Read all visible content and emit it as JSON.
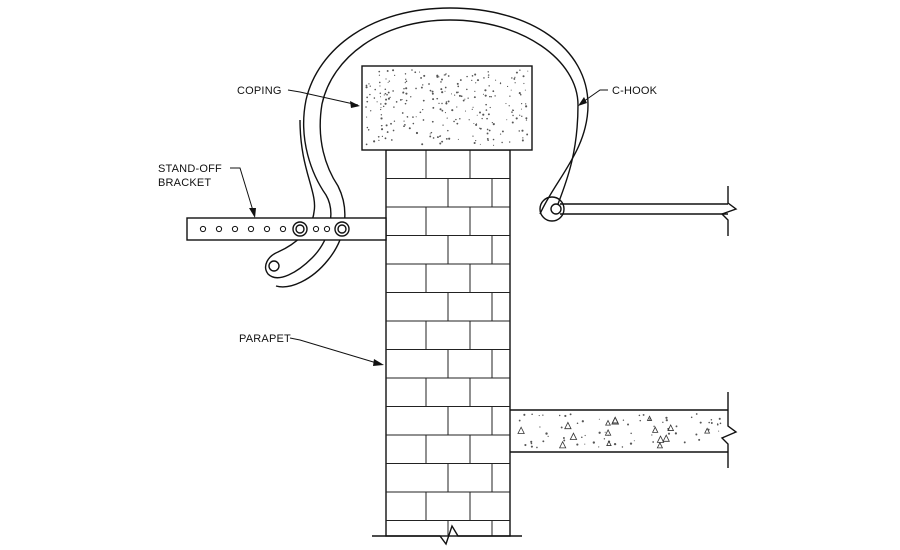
{
  "labels": {
    "coping": "COPING",
    "c_hook": "C-HOOK",
    "stand_off_line1": "STAND-OFF",
    "stand_off_line2": "BRACKET",
    "parapet": "PARAPET"
  },
  "colors": {
    "ink": "#111111",
    "background": "#ffffff",
    "mortar": "#222222"
  }
}
